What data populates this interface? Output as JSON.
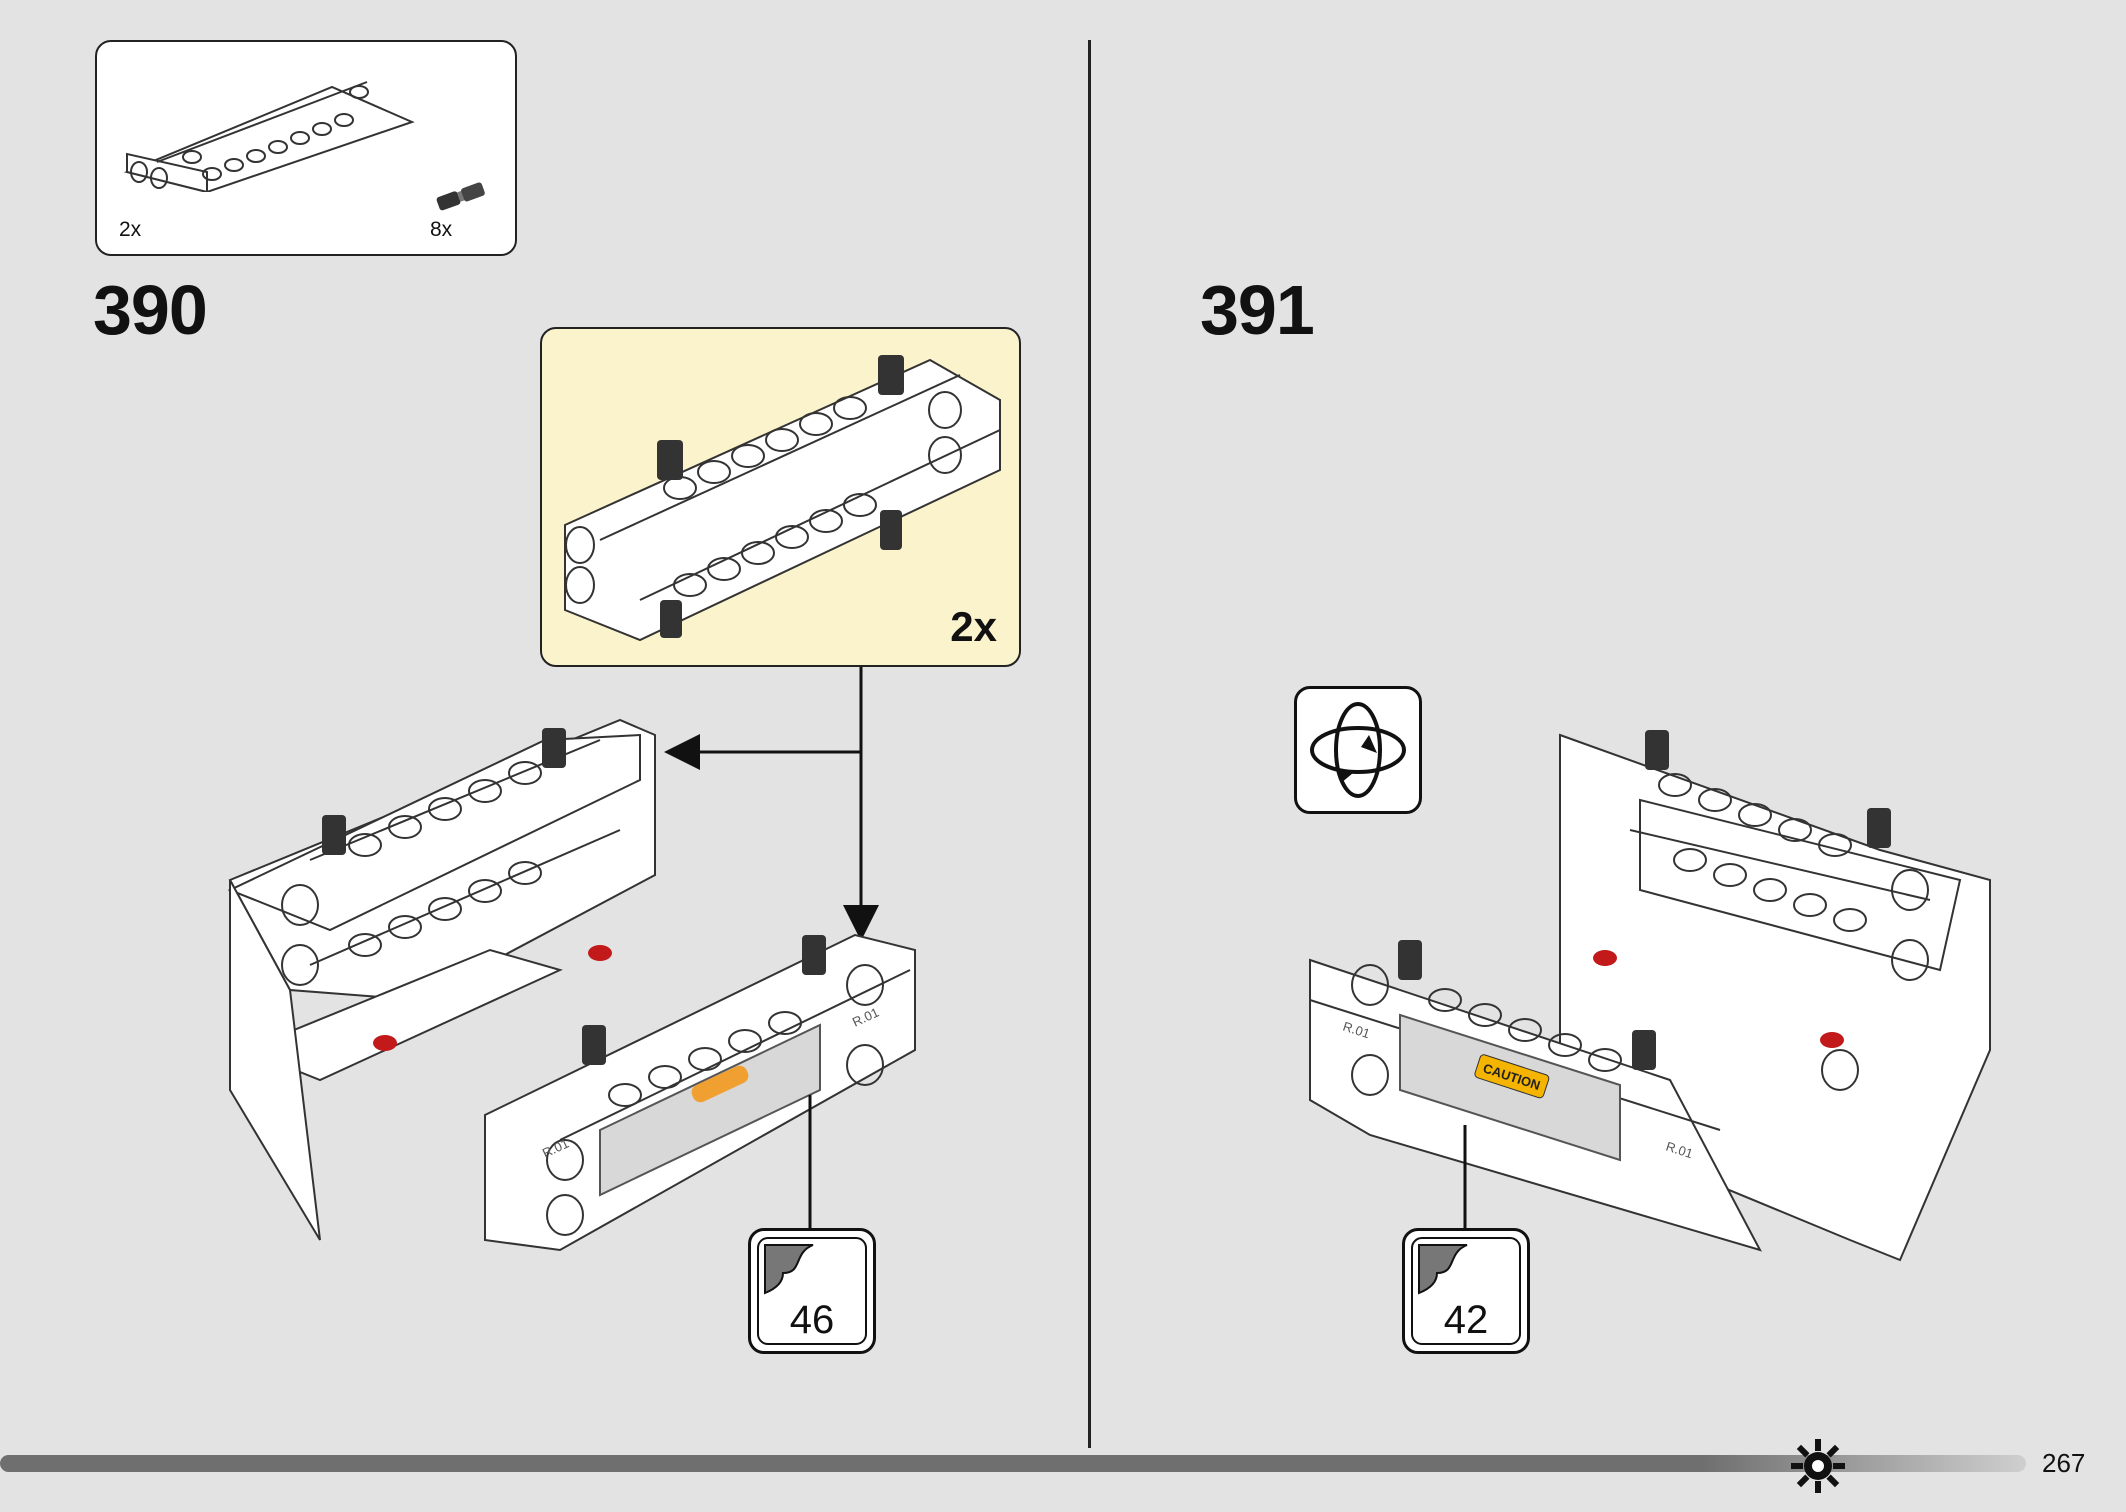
{
  "parts": [
    {
      "icon": "liftarm-beam-icon",
      "quantity": "2x"
    },
    {
      "icon": "axle-pin-icon",
      "quantity": "8x"
    }
  ],
  "steps": [
    {
      "number": "390",
      "callout_multiplier": "2x",
      "reference_page": "46"
    },
    {
      "number": "391",
      "reference_page": "42",
      "rotate_icon": "rotate-model-icon"
    }
  ],
  "sticker_texts": {
    "left_panel": [
      "R.01",
      "R.01"
    ],
    "right_panel": [
      "R.01",
      "R.01",
      "CAUTION"
    ]
  },
  "footer": {
    "page_number": "267",
    "emblem_icon": "gear-emblem-icon"
  },
  "colors": {
    "background": "#e3e3e3",
    "callout_background": "#fbf3cc",
    "progress_bar": "#6f6f6f",
    "pin_red": "#c21a1a",
    "caution_yellow": "#f5b400"
  }
}
